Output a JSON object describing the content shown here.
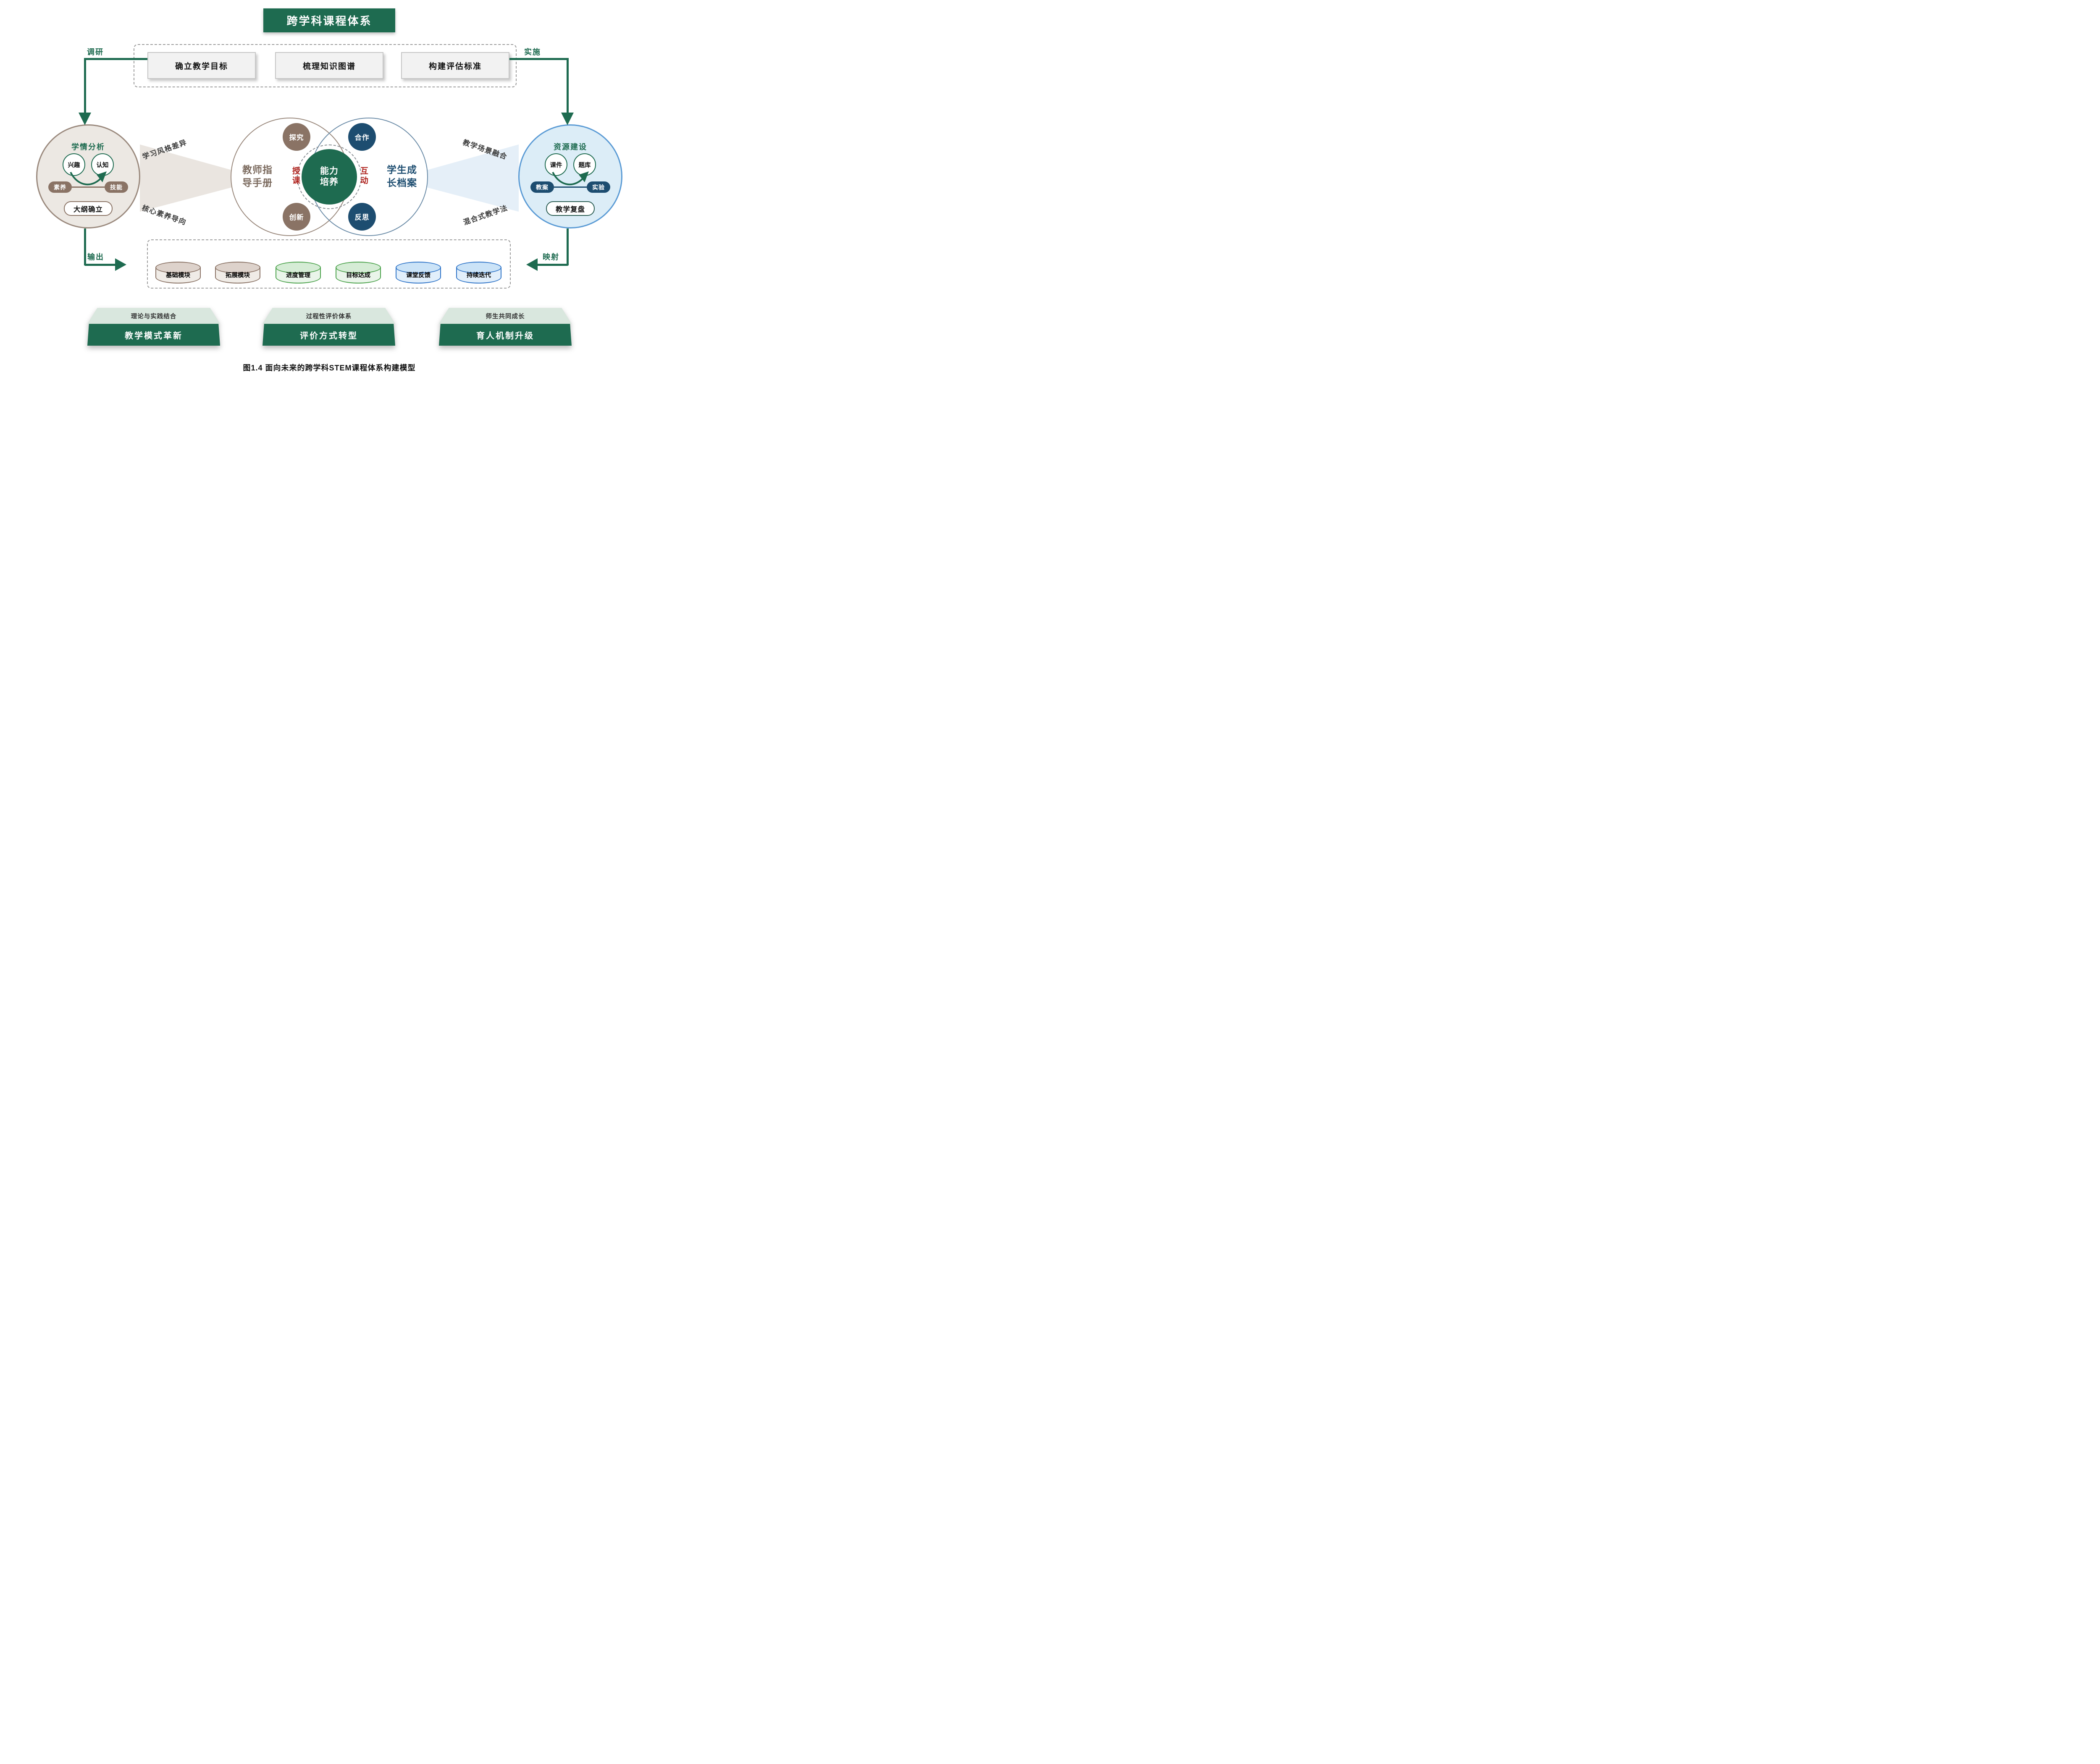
{
  "colors": {
    "green": "#1E6B50",
    "brown_fill": "#8A7365",
    "brown_line": "#9B8A7E",
    "brown_text": "#7B6A5E",
    "navy": "#1D4D70",
    "steel": "#6E8EA9",
    "blue_border": "#5B9BD5",
    "blue_fill": "#DCEDF7",
    "beige_fill": "#ECE8E3",
    "red": "#B02520",
    "gray_dash": "#9C9C9C",
    "step_bg": "#F2F2F2",
    "platform_top": "#D9E7DE",
    "wedge_left": "#EAE5E0",
    "wedge_right": "#E5EFF8",
    "cyl_green": "#4BA24B",
    "cyl_blue": "#2E74C8",
    "text_dark": "#3B3B3B"
  },
  "title": "跨学科课程体系",
  "caption": "图1.4 面向未来的跨学科STEM课程体系构建模型",
  "flow": {
    "steps": [
      {
        "label": "确立教学目标"
      },
      {
        "label": "梳理知识图谱"
      },
      {
        "label": "构建评估标准"
      }
    ]
  },
  "arrows": {
    "survey": "调研",
    "implement": "实施",
    "output": "输出",
    "mapping": "映射"
  },
  "analysis_circle": {
    "title": "学情分析",
    "bubble1": "兴趣",
    "bubble2": "认知",
    "pill1": "素养",
    "pill2": "技能",
    "box": "大纲确立"
  },
  "resource_circle": {
    "title": "资源建设",
    "bubble1": "课件",
    "bubble2": "题库",
    "pill1": "教案",
    "pill2": "实验",
    "box": "教学复盘"
  },
  "venn": {
    "teacher_label": "教师指导手册",
    "student_label": "学生成长档案",
    "core": "能力培养",
    "teach_mode": "授课",
    "interact_mode": "互动",
    "teacher_top": "探究",
    "teacher_bottom": "创新",
    "student_top": "合作",
    "student_bottom": "反思"
  },
  "context_labels": {
    "top_left": "学习风格差异",
    "bottom_left": "核心素养导向",
    "top_right": "教学场景融合",
    "bottom_right": "混合式教学法"
  },
  "modules": [
    {
      "label": "基础模块"
    },
    {
      "label": "拓展模块"
    },
    {
      "label": "进度管理"
    },
    {
      "label": "目标达成"
    },
    {
      "label": "课堂反馈"
    },
    {
      "label": "持续迭代"
    }
  ],
  "platforms": [
    {
      "top": "理论与实践结合",
      "base": "教学模式革新"
    },
    {
      "top": "过程性评价体系",
      "base": "评价方式转型"
    },
    {
      "top": "师生共同成长",
      "base": "育人机制升级"
    }
  ]
}
